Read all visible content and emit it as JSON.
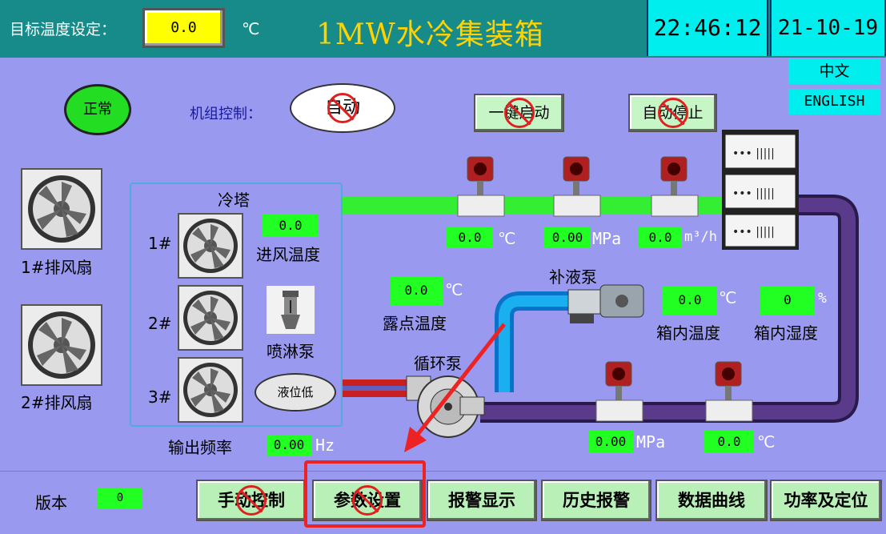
{
  "header": {
    "setpoint_label": "目标温度设定：",
    "setpoint_value": "0.0",
    "setpoint_unit": "℃",
    "title": "1MW水冷集装箱",
    "time": "22:46:12",
    "date": "21-10-19"
  },
  "language": {
    "cn": "中文",
    "en": "ENGLISH"
  },
  "status": {
    "state": "正常"
  },
  "unit_control": {
    "label": "机组控制：",
    "mode": "自动"
  },
  "actions": {
    "one_key_start": "一键启动",
    "auto_stop": "自动停止"
  },
  "exhaust_fans": {
    "fan1": "1#排风扇",
    "fan2": "2#排风扇"
  },
  "cooling_tower": {
    "title": "冷塔",
    "fan1": "1#",
    "fan2": "2#",
    "fan3": "3#",
    "inlet_temp_value": "0.0",
    "inlet_temp_label": "进风温度",
    "spray_pump_label": "喷淋泵",
    "level_low": "液位低"
  },
  "output_freq": {
    "label": "输出频率",
    "value": "0.00",
    "unit": "Hz"
  },
  "sensors_top": {
    "temp_value": "0.0",
    "temp_unit": "℃",
    "press_value": "0.00",
    "press_unit": "MPa",
    "flow_value": "0.0",
    "flow_unit": "m³/h"
  },
  "dew_point": {
    "value": "0.0",
    "unit": "℃",
    "label": "露点温度"
  },
  "makeup_pump": {
    "label": "补液泵"
  },
  "circ_pump": {
    "label": "循环泵"
  },
  "box_temp": {
    "value": "0.0",
    "unit": "℃",
    "label": "箱内温度"
  },
  "box_humidity": {
    "value": "0",
    "unit": "%",
    "label": "箱内湿度"
  },
  "sensors_bottom": {
    "press_value": "0.00",
    "press_unit": "MPa",
    "temp_value": "0.0",
    "temp_unit": "℃"
  },
  "footer": {
    "version_label": "版本",
    "version_value": "0",
    "nav": [
      "手动控制",
      "参数设置",
      "报警显示",
      "历史报警",
      "数据曲线",
      "功率及定位"
    ]
  },
  "colors": {
    "header_bg": "#178a8a",
    "panel_bg": "#9999f0",
    "value_bg": "#22ff22",
    "highlight": "#ee2222",
    "pipe_green": "#33ee33",
    "pipe_purple": "#4a2a7a"
  }
}
